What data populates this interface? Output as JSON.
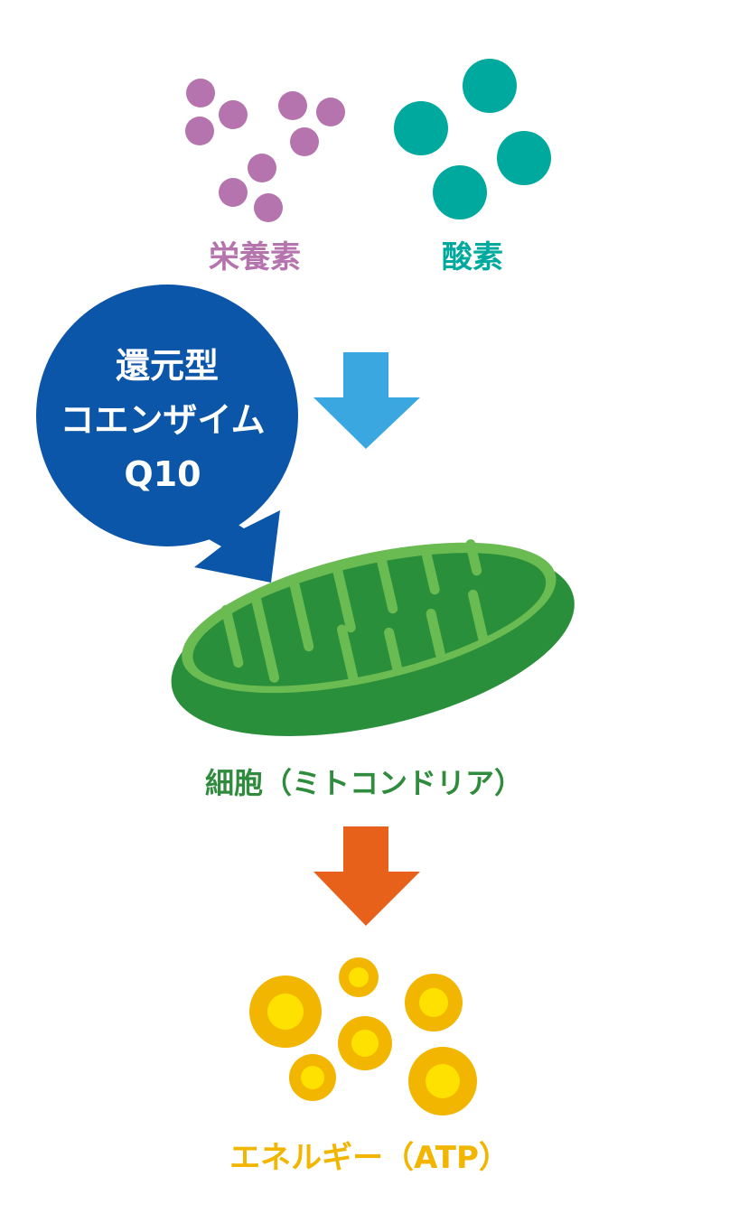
{
  "inputs": {
    "nutrients": {
      "label": "栄養素",
      "color": "#b574ad"
    },
    "oxygen": {
      "label": "酸素",
      "color": "#00a99d"
    }
  },
  "coq10": {
    "line1": "還元型",
    "line2": "コエンザイム",
    "line3": "Q10",
    "color": "#0b56a8"
  },
  "mitochondria": {
    "label": "細胞（ミトコンドリア）",
    "color": "#2a8f3a",
    "inner_color": "#6abb52"
  },
  "energy": {
    "label": "エネルギー（ATP）",
    "color": "#f2b500",
    "inner_color": "#ffe100"
  },
  "arrows": {
    "input_arrow_color": "#3aa7e0",
    "output_arrow_color": "#e8611a"
  }
}
